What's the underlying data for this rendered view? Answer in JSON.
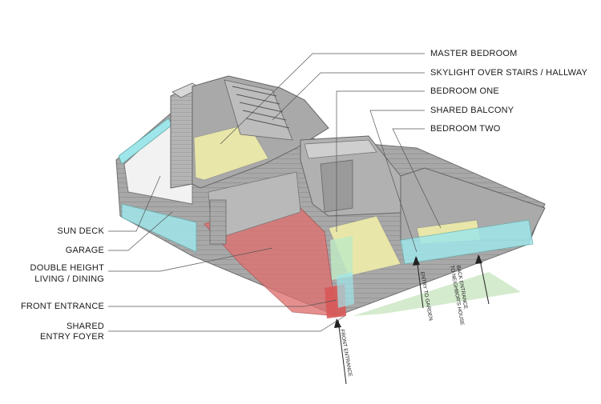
{
  "labels_right": {
    "master_bedroom": "MASTER BEDROOM",
    "skylight": "SKYLIGHT OVER STAIRS / HALLWAY",
    "bedroom_one": "BEDROOM ONE",
    "shared_balcony": "SHARED BALCONY",
    "bedroom_two": "BEDROOM TWO"
  },
  "labels_left": {
    "sun_deck": "SUN DECK",
    "garage": "GARAGE",
    "double_height_1": "DOUBLE HEIGHT",
    "double_height_2": "LIVING  / DINING",
    "front_entrance": "FRONT ENTRANCE",
    "shared_entry_1": "SHARED",
    "shared_entry_2": "ENTRY FOYER"
  },
  "entry_arrows": {
    "front_entrance": "FRONT ENTRANCE",
    "entry_to_garden": "ENTRY TO GARDEN",
    "back_entrance_1": "BACK ENTRANCE",
    "back_entrance_2": "TO NEIGHBOR'S HOUSE"
  },
  "colors": {
    "wall": "#9c9c9c",
    "wall_dark": "#7e7e7e",
    "floor": "#c8c8c8",
    "room_yellow": "#e8e6a8",
    "entry_red": "#e07070",
    "glass_cyan": "#9fe6ea",
    "garden_green": "#cfe9c8"
  }
}
